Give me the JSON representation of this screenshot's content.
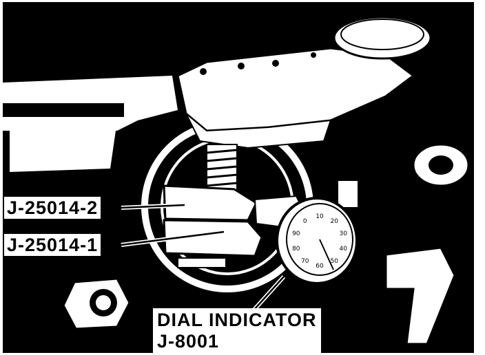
{
  "labels": {
    "part_2": "J-25014-2",
    "part_1": "J-25014-1",
    "dial_line1": "DIAL INDICATOR",
    "dial_line2": "J-8001"
  },
  "dial_face": {
    "numbers": [
      "10",
      "20",
      "30",
      "40",
      "50",
      "60",
      "70",
      "80",
      "90",
      "0"
    ]
  },
  "colors": {
    "ink": "#000000",
    "paper": "#ffffff"
  }
}
